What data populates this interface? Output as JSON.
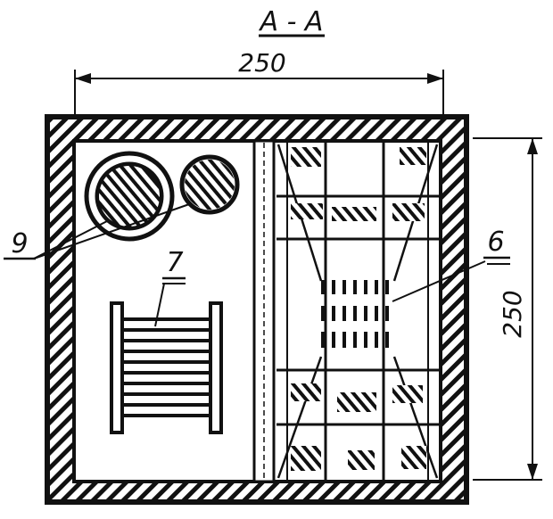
{
  "section_title": "A - A",
  "dimensions": {
    "width_label": "250",
    "height_label": "250"
  },
  "callouts": {
    "left_label": "9",
    "middle_label": "7",
    "right_label": "6"
  },
  "colors": {
    "ink": "#111111",
    "paper": "#ffffff"
  }
}
